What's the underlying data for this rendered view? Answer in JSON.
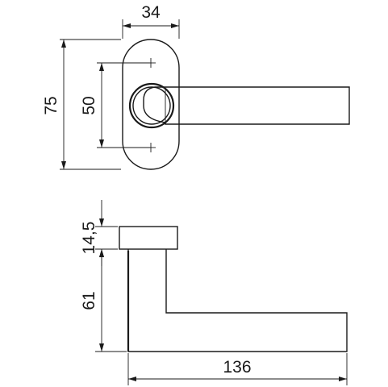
{
  "dimensions": {
    "top_width": "34",
    "overall_height": "75",
    "hole_spacing": "50",
    "rose_height": "14,5",
    "lever_height": "61",
    "lever_length": "136"
  }
}
